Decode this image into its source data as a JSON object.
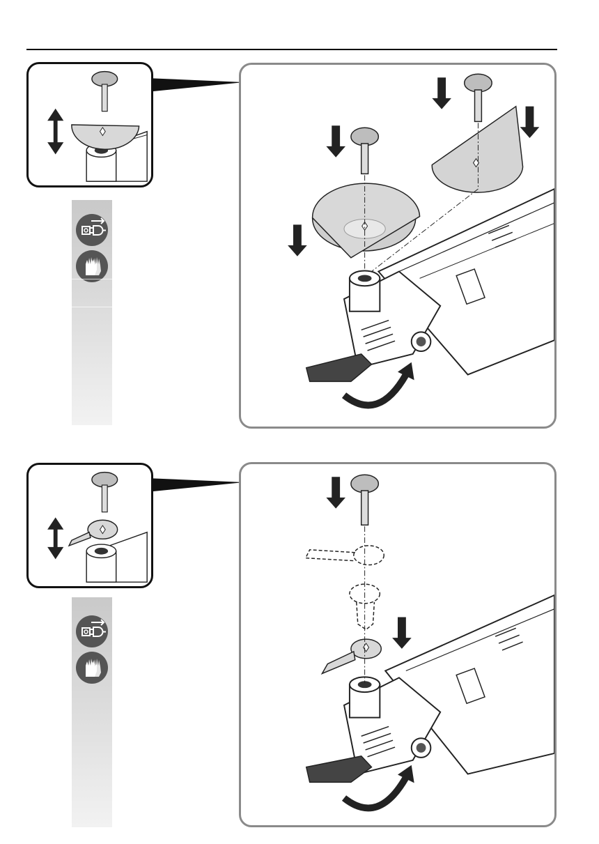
{
  "page": {
    "top_rule": "",
    "step1": {
      "signs": [
        "unplug-sign",
        "gloves-sign"
      ]
    },
    "step2": {
      "signs": [
        "unplug-sign",
        "gloves-sign"
      ]
    }
  },
  "colors": {
    "frame_dark": "#111111",
    "frame_grey": "#8a8a8a",
    "sign_fill": "#555555",
    "strip_top": "#c9c9c9",
    "strip_bottom": "#f2f2f2"
  }
}
